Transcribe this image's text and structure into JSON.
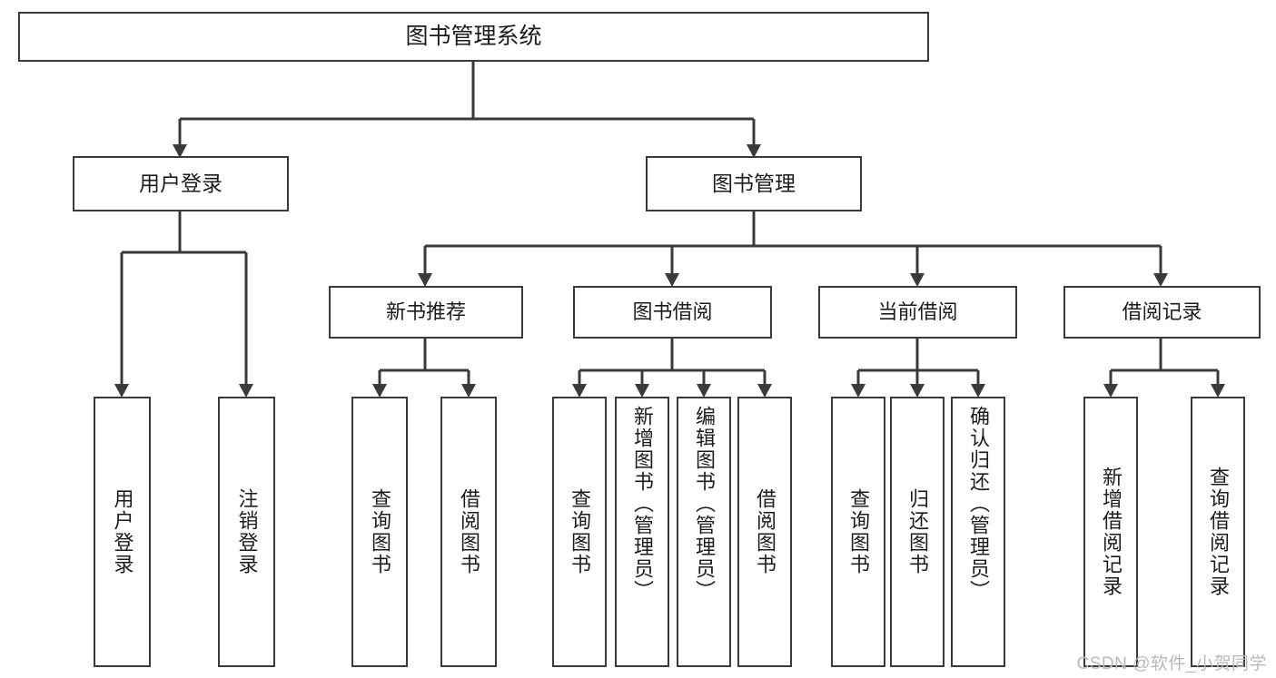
{
  "diagram": {
    "type": "tree-hierarchy-chart",
    "title": "图书管理系统",
    "watermark": "CSDN @软件_小贺同学",
    "colors": {
      "box_border": "#3a3a3a",
      "box_fill": "#ffffff",
      "connector": "#3a3a3a",
      "text": "#1c1c1c",
      "watermark": "#b9b9b9",
      "background": "#ffffff"
    },
    "nodes": {
      "root": {
        "label": "图书管理系统",
        "level": 0
      },
      "level1": [
        {
          "id": "user-login",
          "label": "用户登录"
        },
        {
          "id": "book-management",
          "label": "图书管理"
        }
      ],
      "level2": [
        {
          "id": "new-book-recommend",
          "label": "新书推荐",
          "parent": "book-management"
        },
        {
          "id": "book-borrow",
          "label": "图书借阅",
          "parent": "book-management"
        },
        {
          "id": "current-borrow",
          "label": "当前借阅",
          "parent": "book-management"
        },
        {
          "id": "borrow-record",
          "label": "借阅记录",
          "parent": "book-management"
        }
      ],
      "leaves": [
        {
          "id": "leaf-user-login",
          "label": "用户登录",
          "parent": "user-login"
        },
        {
          "id": "leaf-logout-login",
          "label": "注销登录",
          "parent": "user-login"
        },
        {
          "id": "leaf-query-book-1",
          "label": "查询图书",
          "parent": "new-book-recommend"
        },
        {
          "id": "leaf-borrow-book-1",
          "label": "借阅图书",
          "parent": "new-book-recommend"
        },
        {
          "id": "leaf-query-book-2",
          "label": "查询图书",
          "parent": "book-borrow"
        },
        {
          "id": "leaf-add-book",
          "label": "新增图书（管理员）",
          "parent": "book-borrow"
        },
        {
          "id": "leaf-edit-book",
          "label": "编辑图书（管理员）",
          "parent": "book-borrow"
        },
        {
          "id": "leaf-borrow-book-2",
          "label": "借阅图书",
          "parent": "book-borrow"
        },
        {
          "id": "leaf-query-book-3",
          "label": "查询图书",
          "parent": "current-borrow"
        },
        {
          "id": "leaf-return-book",
          "label": "归还图书",
          "parent": "current-borrow"
        },
        {
          "id": "leaf-confirm-return",
          "label": "确认归还（管理员）",
          "parent": "current-borrow"
        },
        {
          "id": "leaf-add-record",
          "label": "新增借阅记录",
          "parent": "borrow-record"
        },
        {
          "id": "leaf-query-record",
          "label": "查询借阅记录",
          "parent": "borrow-record"
        }
      ]
    }
  }
}
